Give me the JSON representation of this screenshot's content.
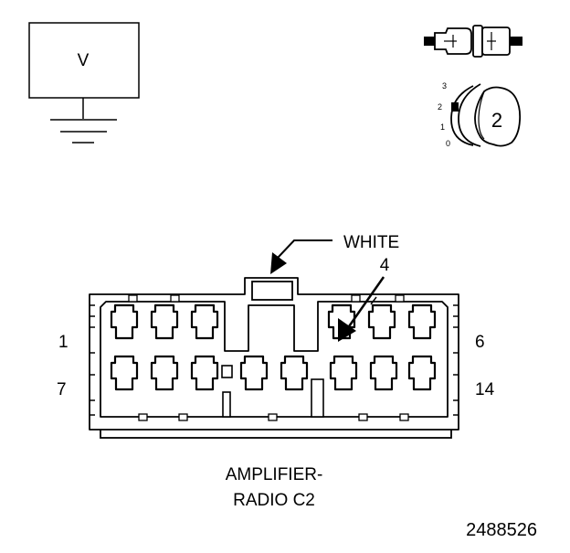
{
  "meter": {
    "label": "V"
  },
  "test_probe": {
    "scale_marks": [
      "3",
      "2",
      "1",
      "0"
    ],
    "number": "2"
  },
  "connector": {
    "color_label": "WHITE",
    "pointed_pin": "4",
    "top_left_pin": "1",
    "top_right_pin": "6",
    "bottom_left_pin": "7",
    "bottom_right_pin": "14",
    "name_line1": "AMPLIFIER-",
    "name_line2": "RADIO C2"
  },
  "figure_number": "2488526"
}
